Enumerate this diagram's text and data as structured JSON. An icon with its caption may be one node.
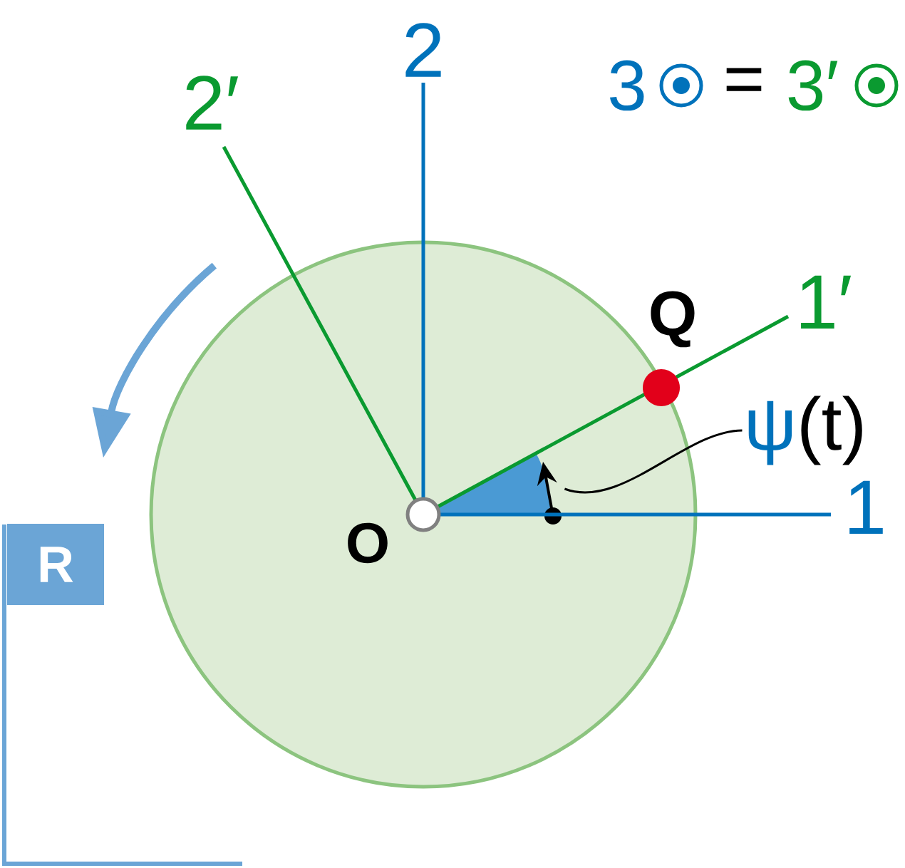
{
  "diagram": {
    "nodes": [
      {
        "text": [
          "R"
        ]
      },
      {
        "text": [
          "ψ",
          "(t)"
        ]
      },
      {
        "text": [],
        "shape": "wedge"
      }
    ],
    "edges": [
      {
        "from": 1,
        "to": 2,
        "arrow": "none"
      }
    ],
    "labels": [
      "2",
      "2′",
      "3",
      "=",
      "3′",
      "Q",
      "1′",
      "1",
      "O"
    ]
  }
}
